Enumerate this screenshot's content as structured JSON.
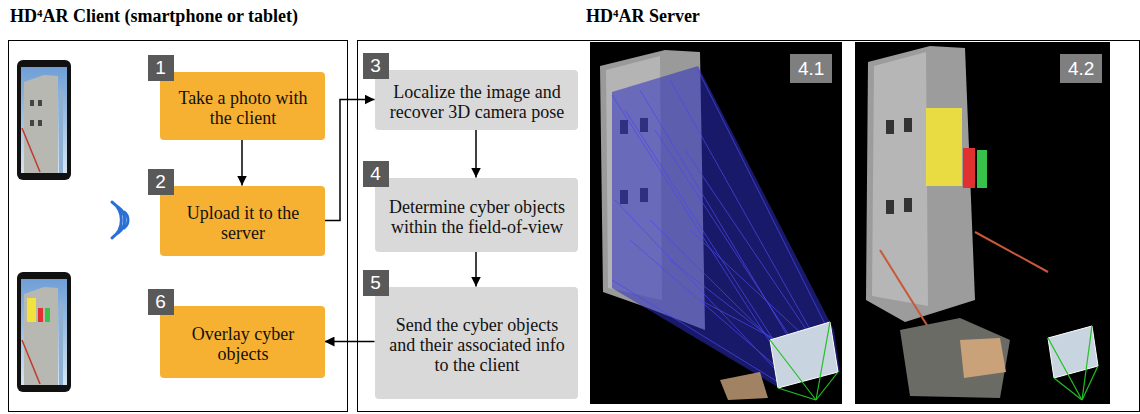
{
  "diagram": {
    "nodes": [
      {
        "text": [
          "HD⁴AR Client (smartphone or tablet)"
        ]
      },
      {
        "text": [
          "1",
          "Take a photo with the client"
        ],
        "in": 0
      },
      {
        "text": [
          "2",
          "Upload it to the server"
        ],
        "in": 0
      },
      {
        "text": [
          "6",
          "Overlay cyber objects"
        ],
        "in": 0
      },
      {
        "text": [
          "HD⁴AR Server"
        ]
      },
      {
        "text": [
          "3",
          "Localize the image and recover 3D camera pose"
        ],
        "in": 4
      },
      {
        "text": [
          "4",
          "Determine cyber objects within the field-of-view"
        ],
        "in": 4
      },
      {
        "text": [
          "5",
          "Send the cyber objects and their associated info to the client"
        ],
        "in": 4
      }
    ],
    "edges": [
      {
        "from": 1,
        "to": 2,
        "arrow": "to"
      },
      {
        "from": 2,
        "to": 5,
        "arrow": "to"
      },
      {
        "from": 5,
        "to": 6,
        "arrow": "to"
      },
      {
        "from": 6,
        "to": 7,
        "arrow": "to"
      },
      {
        "from": 7,
        "to": 3,
        "arrow": "to"
      }
    ],
    "labels": [
      "4.1",
      "4.2"
    ]
  }
}
